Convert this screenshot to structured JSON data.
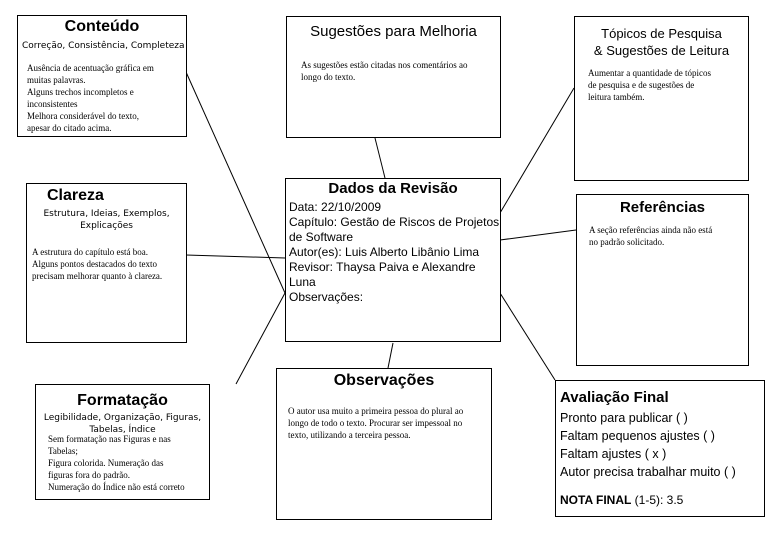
{
  "conteudo": {
    "title": "Conteúdo",
    "subtitle": "Correção, Consistência, Completeza",
    "body": [
      "Ausência de acentuação gráfica em",
      "muitas palavras.",
      "Alguns trechos incompletos e",
      "inconsistentes",
      "Melhora considerável do texto,",
      "apesar do citado acima."
    ]
  },
  "sugestoes": {
    "title": "Sugestões para Melhoria",
    "body": [
      "As sugestões estão citadas nos comentários ao",
      "longo do texto."
    ]
  },
  "topicos": {
    "title_lines": [
      "Tópicos de Pesquisa",
      "& Sugestões de Leitura"
    ],
    "body": [
      "Aumentar a quantidade de tópicos",
      "de pesquisa e de sugestões de",
      "leitura também."
    ]
  },
  "clareza": {
    "title": "Clareza",
    "subtitle_lines": [
      "Estrutura, Ideias, Exemplos,",
      "Explicações"
    ],
    "body": [
      "A estrutura do capítulo está boa.",
      "Alguns pontos destacados do texto",
      "precisam melhorar quanto à clareza."
    ]
  },
  "dados": {
    "title": "Dados da Revisão",
    "lines": [
      "Data: 22/10/2009",
      "Capítulo: Gestão de Riscos de Projetos",
      "de Software",
      "Autor(es): Luis Alberto Libânio Lima",
      "Revisor: Thaysa Paiva e Alexandre",
      "Luna",
      "Observações:"
    ]
  },
  "referencias": {
    "title": "Referências",
    "body": [
      "A seção referências ainda não está",
      "no padrão solicitado."
    ]
  },
  "formatacao": {
    "title": "Formatação",
    "subtitle_lines": [
      "Legibilidade, Organização, Figuras,",
      "Tabelas, Índice"
    ],
    "body": [
      "Sem formatação nas Figuras e nas",
      "Tabelas;",
      "Figura colorida. Numeração das",
      "figuras fora do padrão.",
      "Numeração do Índice não está correto"
    ]
  },
  "observacoes": {
    "title": "Observações",
    "body": [
      "O autor usa muito a primeira pessoa do plural ao",
      "longo de todo o texto. Procurar ser impessoal no",
      "texto, utilizando a terceira pessoa."
    ]
  },
  "avaliacao": {
    "title": "Avaliação Final",
    "options": [
      "Pronto para publicar (  )",
      "Faltam pequenos ajustes (  )",
      "Faltam ajustes ( x )",
      "Autor precisa trabalhar muito (  )"
    ],
    "nota_label": "NOTA FINAL",
    "nota_scale": " (1-5): 3.5"
  }
}
